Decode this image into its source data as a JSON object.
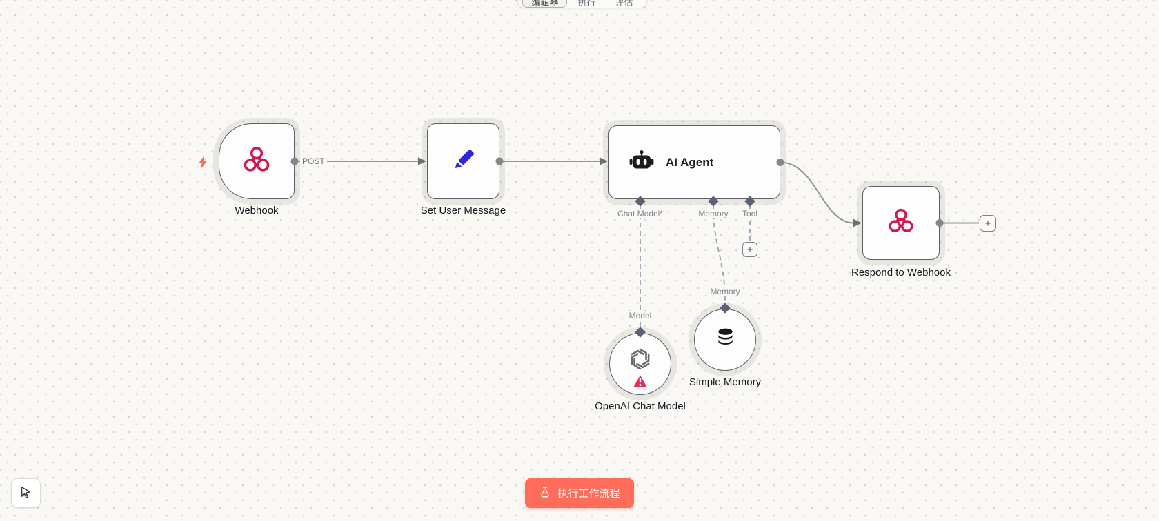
{
  "tabs": {
    "editor": "编辑器",
    "executions": "执行",
    "evaluations": "评估"
  },
  "edges": {
    "post_label": "POST"
  },
  "nodes": {
    "webhook": {
      "label": "Webhook"
    },
    "set_user_message": {
      "label": "Set User Message"
    },
    "ai_agent": {
      "title": "AI Agent",
      "inputs": {
        "chat_model": {
          "label": "Chat Model",
          "required_marker": "*"
        },
        "memory": {
          "label": "Memory"
        },
        "tool": {
          "label": "Tool"
        }
      }
    },
    "openai_chat_model": {
      "label": "OpenAI Chat Model",
      "connector_label": "Model"
    },
    "simple_memory": {
      "label": "Simple Memory",
      "connector_label": "Memory"
    },
    "respond_to_webhook": {
      "label": "Respond to Webhook"
    }
  },
  "buttons": {
    "execute_workflow": "执行工作流程",
    "add_node": "+"
  },
  "icons": {
    "trigger": "lightning-bolt",
    "webhook": "webhook-knot",
    "set_user_message": "pencil",
    "ai_agent": "robot",
    "openai": "openai-logo",
    "warning": "warning-triangle",
    "memory": "database-stack",
    "execute": "flask",
    "canvas_tool": "cursor-pointer"
  },
  "colors": {
    "accent_orange": "#ff6d5a",
    "webhook_pink": "#ce1a50",
    "edit_blue": "#2a2ad4",
    "warning_red": "#e62e54",
    "node_border": "#5f5f68"
  }
}
